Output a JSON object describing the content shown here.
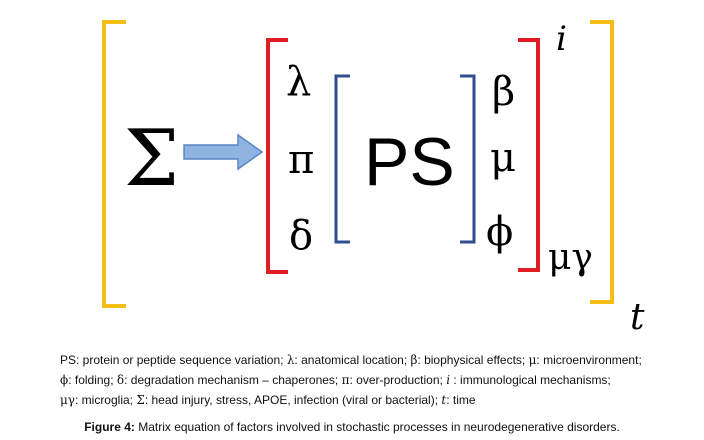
{
  "equation": {
    "sigma": "Σ",
    "left_column": [
      "λ",
      "π",
      "δ"
    ],
    "center": "PS",
    "right_column": [
      "β",
      "μ",
      "ϕ"
    ],
    "superscript": "i",
    "subscript_inner": "μγ",
    "subscript_outer": "t"
  },
  "colors": {
    "outer_bracket": "#F5BE16",
    "middle_bracket": "#E01C24",
    "inner_bracket": "#2F4E91",
    "arrow_fill": "#8FB3E0",
    "arrow_stroke": "#5A86C3"
  },
  "legend": {
    "line1": [
      {
        "t": "PS: protein  or peptide sequence variation;  "
      },
      {
        "s": "λ"
      },
      {
        "t": ": anatomical location;  "
      },
      {
        "s": "β"
      },
      {
        "t": ": biophysical effects; "
      },
      {
        "s": "μ"
      },
      {
        "t": ": microenvironment;"
      }
    ],
    "line2": [
      {
        "s": "ϕ"
      },
      {
        "t": ": folding;  "
      },
      {
        "s": "δ"
      },
      {
        "t": ": degradation mechanism – chaperones; "
      },
      {
        "s": "π"
      },
      {
        "t": ": over-production; "
      },
      {
        "si": "i"
      },
      {
        "t": " :  immunological mechanisms;"
      }
    ],
    "line3": [
      {
        "s": "μγ"
      },
      {
        "t": ": microglia; "
      },
      {
        "s": "Σ"
      },
      {
        "t": ": head injury,  stress, APOE, infection (viral  or bacterial);  "
      },
      {
        "si": "t"
      },
      {
        "t": ": time"
      }
    ]
  },
  "caption": {
    "label": "Figure 4:",
    "text": " Matrix equation of factors involved in stochastic processes in neurodegenerative disorders."
  }
}
